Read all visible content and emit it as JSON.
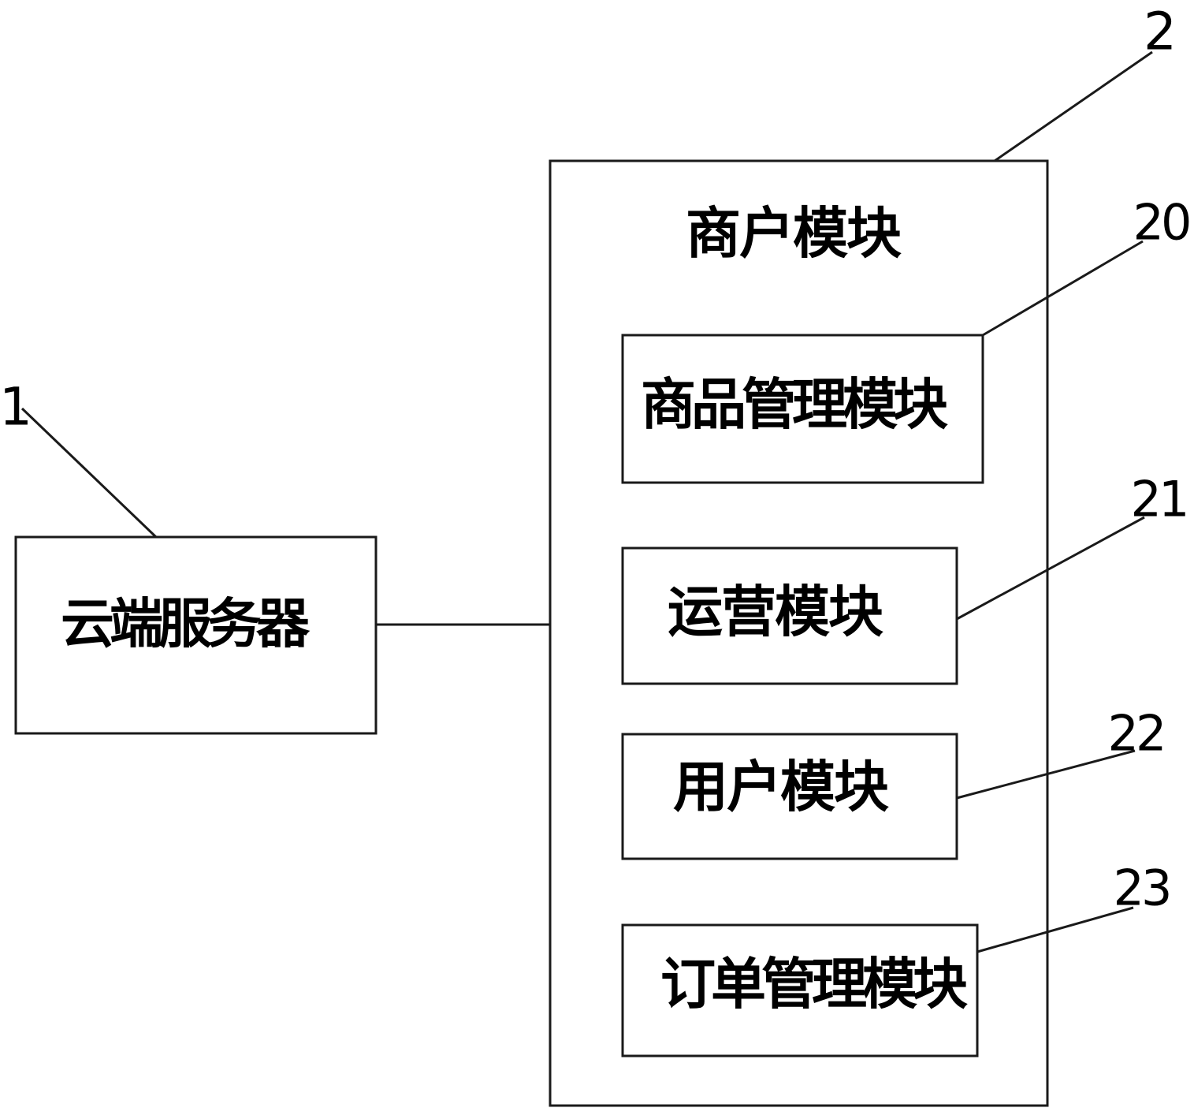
{
  "diagram": {
    "cloud_server": {
      "label": "云端服务器",
      "ref": "1"
    },
    "merchant_module": {
      "label": "商户模块",
      "ref": "2"
    },
    "submodules": [
      {
        "label": "商品管理模块",
        "ref": "20"
      },
      {
        "label": "运营模块",
        "ref": "21"
      },
      {
        "label": "用户模块",
        "ref": "22"
      },
      {
        "label": "订单管理模块",
        "ref": "23"
      }
    ]
  }
}
